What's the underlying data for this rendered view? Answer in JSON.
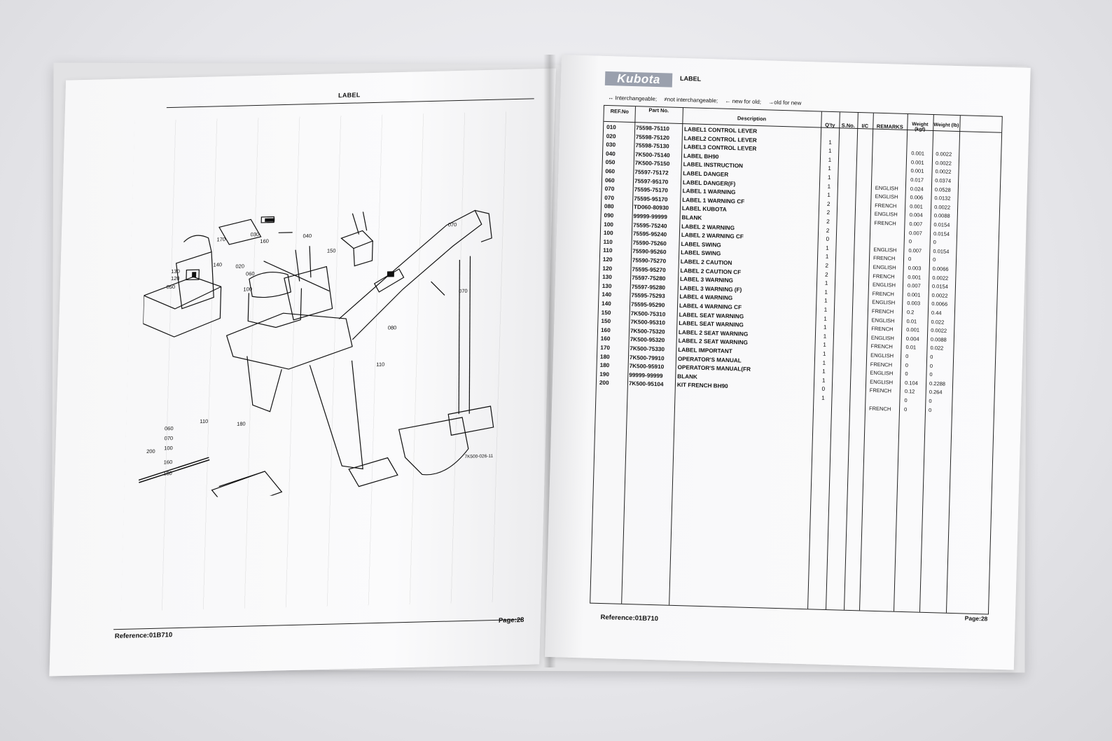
{
  "left_page": {
    "title": "LABEL",
    "reference": "Reference:01B710",
    "page": "Page:28",
    "figure_code": "7K500-026-11",
    "callouts": [
      "170",
      "030",
      "160",
      "040",
      "130",
      "120",
      "050",
      "140",
      "020",
      "060",
      "100",
      "150",
      "070",
      "070",
      "080",
      "110",
      "110",
      "180",
      "060",
      "070",
      "100",
      "160",
      "180",
      "200"
    ]
  },
  "right_page": {
    "brand": "Kubota",
    "title": "LABEL",
    "legend": [
      "↔ Interchangeable;",
      "≠not interchangeable;",
      "← new for old;",
      "→old for new"
    ],
    "headers": {
      "ref": "REF.No",
      "part": "Part No.",
      "desc": "Description",
      "qty": "Q'ty",
      "sno": "S.No.",
      "ic": "I/C",
      "remarks": "REMARKS",
      "wkg": "Weight (kgf)",
      "wlb": "Weight (lb)"
    },
    "rows": [
      {
        "ref": "010",
        "part": "75598-75110",
        "desc": "LABEL1 CONTROL LEVER",
        "qty": "",
        "rem": "",
        "wkg": "",
        "wlb": ""
      },
      {
        "ref": "020",
        "part": "75598-75120",
        "desc": "LABEL2 CONTROL LEVER",
        "qty": "1",
        "rem": "",
        "wkg": "",
        "wlb": ""
      },
      {
        "ref": "030",
        "part": "75598-75130",
        "desc": "LABEL3 CONTROL LEVER",
        "qty": "1",
        "rem": "",
        "wkg": "0.001",
        "wlb": "0.0022"
      },
      {
        "ref": "040",
        "part": "7K500-75140",
        "desc": "LABEL BH90",
        "qty": "1",
        "rem": "",
        "wkg": "0.001",
        "wlb": "0.0022"
      },
      {
        "ref": "050",
        "part": "7K500-75150",
        "desc": "LABEL INSTRUCTION",
        "qty": "1",
        "rem": "",
        "wkg": "0.001",
        "wlb": "0.0022"
      },
      {
        "ref": "060",
        "part": "75597-75172",
        "desc": "LABEL DANGER",
        "qty": "1",
        "rem": "",
        "wkg": "0.017",
        "wlb": "0.0374"
      },
      {
        "ref": "060",
        "part": "75597-95170",
        "desc": "LABEL DANGER(F)",
        "qty": "1",
        "rem": "ENGLISH",
        "wkg": "0.024",
        "wlb": "0.0528"
      },
      {
        "ref": "070",
        "part": "75595-75170",
        "desc": "LABEL 1 WARNING",
        "qty": "1",
        "rem": "ENGLISH",
        "wkg": "0.006",
        "wlb": "0.0132"
      },
      {
        "ref": "070",
        "part": "75595-95170",
        "desc": "LABEL 1 WARNING CF",
        "qty": "2",
        "rem": "FRENCH",
        "wkg": "0.001",
        "wlb": "0.0022"
      },
      {
        "ref": "080",
        "part": "TD060-80930",
        "desc": "LABEL KUBOTA",
        "qty": "2",
        "rem": "ENGLISH",
        "wkg": "0.004",
        "wlb": "0.0088"
      },
      {
        "ref": "090",
        "part": "99999-99999",
        "desc": "BLANK",
        "qty": "2",
        "rem": "FRENCH",
        "wkg": "0.007",
        "wlb": "0.0154"
      },
      {
        "ref": "100",
        "part": "75595-75240",
        "desc": "LABEL 2 WARNING",
        "qty": "2",
        "rem": "",
        "wkg": "0.007",
        "wlb": "0.0154"
      },
      {
        "ref": "100",
        "part": "75595-95240",
        "desc": "LABEL 2 WARNING CF",
        "qty": "0",
        "rem": "",
        "wkg": "0",
        "wlb": "0"
      },
      {
        "ref": "110",
        "part": "75590-75260",
        "desc": "LABEL SWING",
        "qty": "1",
        "rem": "ENGLISH",
        "wkg": "0.007",
        "wlb": "0.0154"
      },
      {
        "ref": "110",
        "part": "75590-95260",
        "desc": "LABEL SWING",
        "qty": "1",
        "rem": "FRENCH",
        "wkg": "0",
        "wlb": "0"
      },
      {
        "ref": "120",
        "part": "75590-75270",
        "desc": "LABEL 2 CAUTION",
        "qty": "2",
        "rem": "ENGLISH",
        "wkg": "0.003",
        "wlb": "0.0066"
      },
      {
        "ref": "120",
        "part": "75595-95270",
        "desc": "LABEL 2 CAUTION CF",
        "qty": "2",
        "rem": "FRENCH",
        "wkg": "0.001",
        "wlb": "0.0022"
      },
      {
        "ref": "130",
        "part": "75597-75280",
        "desc": "LABEL 3 WARNING",
        "qty": "1",
        "rem": "ENGLISH",
        "wkg": "0.007",
        "wlb": "0.0154"
      },
      {
        "ref": "130",
        "part": "75597-95280",
        "desc": "LABEL 3 WARNING (F)",
        "qty": "1",
        "rem": "FRENCH",
        "wkg": "0.001",
        "wlb": "0.0022"
      },
      {
        "ref": "140",
        "part": "75595-75293",
        "desc": "LABEL 4 WARNING",
        "qty": "1",
        "rem": "ENGLISH",
        "wkg": "0.003",
        "wlb": "0.0066"
      },
      {
        "ref": "140",
        "part": "75595-95290",
        "desc": "LABEL 4 WARNING CF",
        "qty": "1",
        "rem": "FRENCH",
        "wkg": "0.2",
        "wlb": "0.44"
      },
      {
        "ref": "150",
        "part": "7K500-75310",
        "desc": "LABEL SEAT WARNING",
        "qty": "1",
        "rem": "ENGLISH",
        "wkg": "0.01",
        "wlb": "0.022"
      },
      {
        "ref": "150",
        "part": "7K500-95310",
        "desc": "LABEL SEAT WARNING",
        "qty": "1",
        "rem": "FRENCH",
        "wkg": "0.001",
        "wlb": "0.0022"
      },
      {
        "ref": "160",
        "part": "7K500-75320",
        "desc": "LABEL 2 SEAT WARNING",
        "qty": "1",
        "rem": "ENGLISH",
        "wkg": "0.004",
        "wlb": "0.0088"
      },
      {
        "ref": "160",
        "part": "7K500-95320",
        "desc": "LABEL 2 SEAT WARNING",
        "qty": "1",
        "rem": "FRENCH",
        "wkg": "0.01",
        "wlb": "0.022"
      },
      {
        "ref": "170",
        "part": "7K500-75330",
        "desc": "LABEL IMPORTANT",
        "qty": "1",
        "rem": "ENGLISH",
        "wkg": "0",
        "wlb": "0"
      },
      {
        "ref": "180",
        "part": "7K500-79910",
        "desc": "OPERATOR'S MANUAL",
        "qty": "1",
        "rem": "FRENCH",
        "wkg": "0",
        "wlb": "0"
      },
      {
        "ref": "180",
        "part": "7K500-95910",
        "desc": "OPERATOR'S MANUAL(FR",
        "qty": "1",
        "rem": "ENGLISH",
        "wkg": "0",
        "wlb": "0"
      },
      {
        "ref": "190",
        "part": "99999-99999",
        "desc": "BLANK",
        "qty": "1",
        "rem": "ENGLISH",
        "wkg": "0.104",
        "wlb": "0.2288"
      },
      {
        "ref": "200",
        "part": "7K500-95104",
        "desc": "KIT FRENCH BH90",
        "qty": "0",
        "rem": "FRENCH",
        "wkg": "0.12",
        "wlb": "0.264"
      },
      {
        "ref": "",
        "part": "",
        "desc": "",
        "qty": "1",
        "rem": "",
        "wkg": "0",
        "wlb": "0"
      },
      {
        "ref": "",
        "part": "",
        "desc": "",
        "qty": "",
        "rem": "FRENCH",
        "wkg": "0",
        "wlb": "0"
      }
    ],
    "reference": "Reference:01B710",
    "page": "Page:28"
  }
}
